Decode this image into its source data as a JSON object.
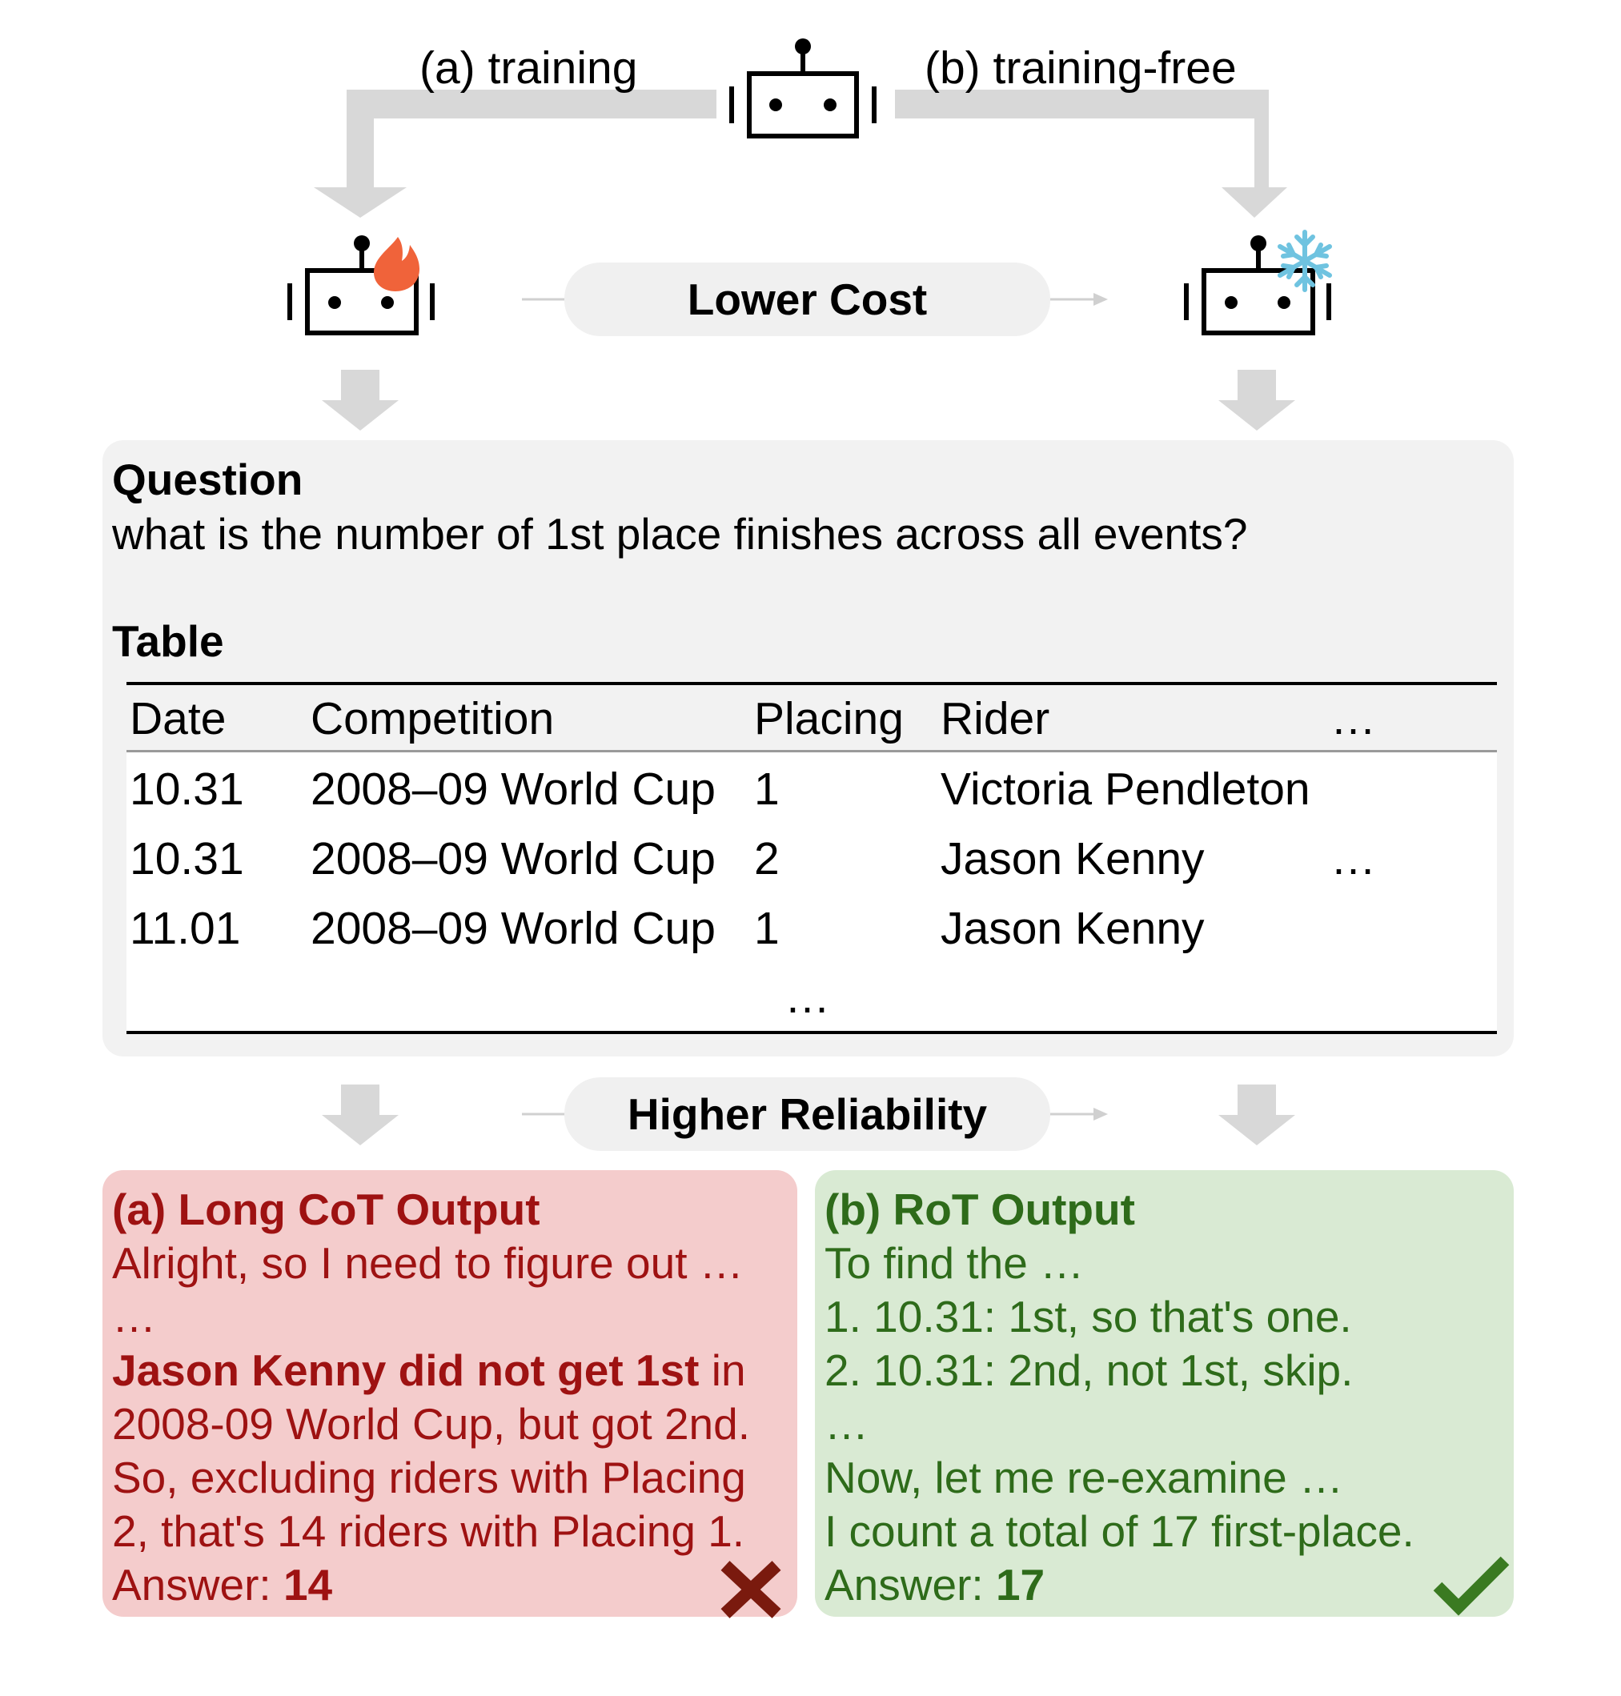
{
  "branches": {
    "a_label": "(a) training",
    "b_label": "(b) training-free"
  },
  "pills": {
    "cost": "Lower Cost",
    "reliability": "Higher Reliability"
  },
  "question": {
    "title": "Question",
    "text": "what is the number of 1st place finishes across all events?"
  },
  "table": {
    "title": "Table",
    "headers": [
      "Date",
      "Competition",
      "Placing",
      "Rider",
      "…"
    ],
    "rows": [
      [
        "10.31",
        "2008–09 World Cup",
        "1",
        "Victoria Pendleton",
        ""
      ],
      [
        "10.31",
        "2008–09 World Cup",
        "2",
        "Jason Kenny",
        "…"
      ],
      [
        "11.01",
        "2008–09 World Cup",
        "1",
        "Jason Kenny",
        ""
      ]
    ],
    "more": "…"
  },
  "outputs": {
    "a": {
      "title": "(a) Long CoT Output",
      "l1": "Alright, so I need to figure out …",
      "l2": "…",
      "l3_bold": "Jason Kenny did not get 1st",
      "l3_rest": " in",
      "l4": "2008-09 World Cup, but got 2nd.",
      "l5": "So, excluding riders with Placing",
      "l6": "2, that's 14 riders with Placing 1.",
      "answer_label": "Answer: ",
      "answer_value": "14",
      "color": "#9e1212",
      "bg": "#f4cccc",
      "mark_color": "#7a1a0e"
    },
    "b": {
      "title": "(b) RoT Output",
      "l1": "To find the …",
      "l2": "1. 10.31: 1st, so that's one.",
      "l3": "2. 10.31: 2nd, not 1st, skip.",
      "l4": "…",
      "l5": "Now, let me re-examine …",
      "l6": "I count a total of 17 first-place.",
      "answer_label": "Answer: ",
      "answer_value": "17",
      "color": "#2e6b1a",
      "bg": "#d9ead3",
      "mark_color": "#3a7a21"
    }
  },
  "colors": {
    "arrow": "#d8d8d8",
    "panel": "#f2f2f2",
    "pill": "#f0f0f0",
    "flame": "#f0633a",
    "snowflake": "#6fc3e0"
  }
}
